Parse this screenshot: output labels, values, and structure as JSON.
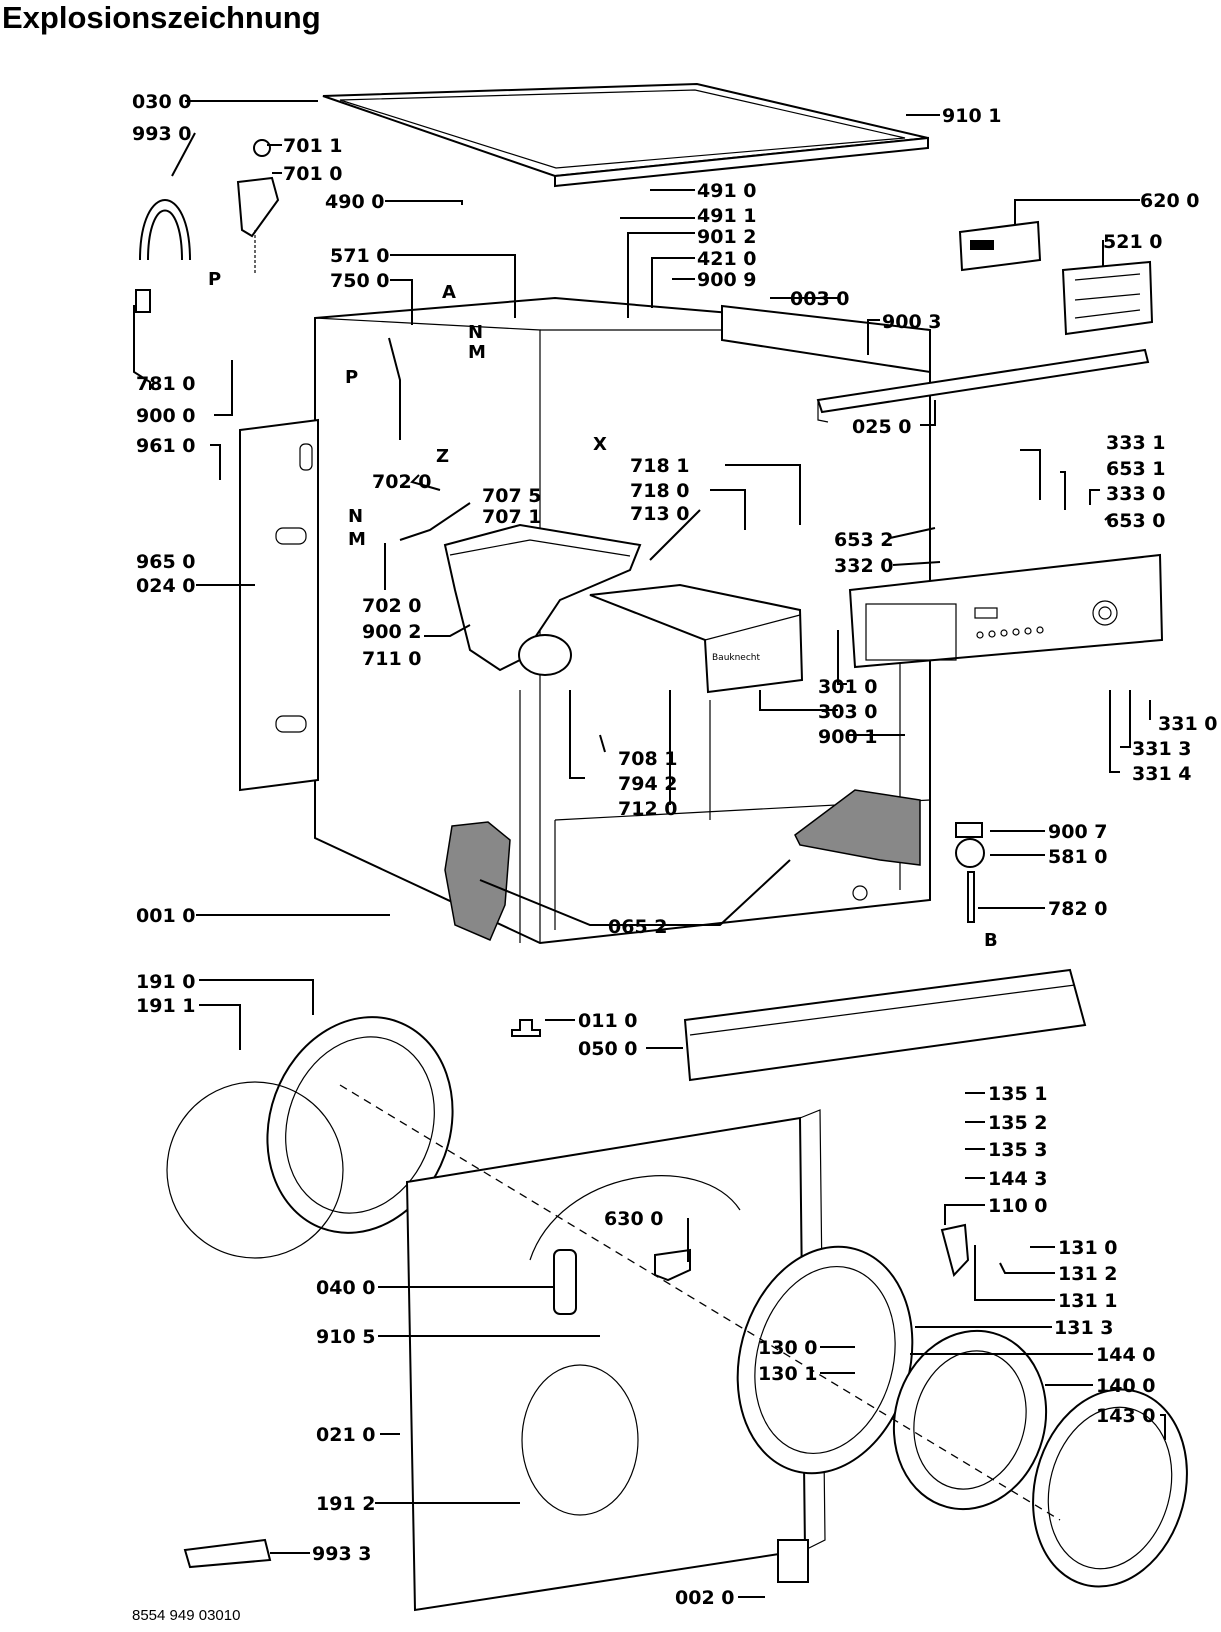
{
  "title": "Explosionszeichnung",
  "document_number": "8554 949 03010",
  "panel_text": "Bauknecht",
  "callouts": {
    "c0300": "030 0",
    "c9930": "993 0",
    "c7011": "701 1",
    "c7010": "701 0",
    "c4900": "490 0",
    "c4910": "491 0",
    "c4911": "491 1",
    "c9012": "901 2",
    "c4210": "421 0",
    "c9009": "900 9",
    "c9101": "910 1",
    "c6200": "620 0",
    "c5210": "521 0",
    "c0030": "003 0",
    "c9003": "900 3",
    "c0250": "025 0",
    "c5710": "571 0",
    "c7500": "750 0",
    "c7810": "781 0",
    "c9000": "900 0",
    "c9610": "961 0",
    "c9650": "965 0",
    "c0240": "024 0",
    "c7020a": "702 0",
    "c7075": "707 5",
    "c7071": "707 1",
    "c7020b": "702 0",
    "c9002": "900 2",
    "c7110": "711 0",
    "c7181": "718 1",
    "c7180": "718 0",
    "c7130": "713 0",
    "c3331": "333 1",
    "c6531": "653 1",
    "c3330": "333 0",
    "c6530": "653 0",
    "c6532": "653 2",
    "c3320": "332 0",
    "c3010": "301 0",
    "c3030": "303 0",
    "c9001": "900 1",
    "c7081": "708 1",
    "c7942": "794 2",
    "c7120": "712 0",
    "c3310": "331 0",
    "c3313": "331 3",
    "c3314": "331 4",
    "c9007": "900 7",
    "c5810": "581 0",
    "c7820": "782 0",
    "c0010": "001 0",
    "c0652": "065 2",
    "c1910": "191 0",
    "c1911": "191 1",
    "c0110": "011 0",
    "c0500": "050 0",
    "c1351": "135 1",
    "c1352": "135 2",
    "c1353": "135 3",
    "c1443": "144 3",
    "c1100": "110 0",
    "c6300": "630 0",
    "c1310": "131 0",
    "c1312": "131 2",
    "c1311": "131 1",
    "c0400": "040 0",
    "c9105": "910 5",
    "c1313": "131 3",
    "c1300": "130 0",
    "c1440": "144 0",
    "c1301": "130 1",
    "c1400": "140 0",
    "c1430": "143 0",
    "c0210": "021 0",
    "c1912": "191 2",
    "c9933": "993 3",
    "c0020": "002 0"
  },
  "markers": {
    "A": "A",
    "P1": "P",
    "P2": "P",
    "Z": "Z",
    "X": "X",
    "N1": "N",
    "M1": "M",
    "N2": "N",
    "M2": "M",
    "B": "B"
  }
}
